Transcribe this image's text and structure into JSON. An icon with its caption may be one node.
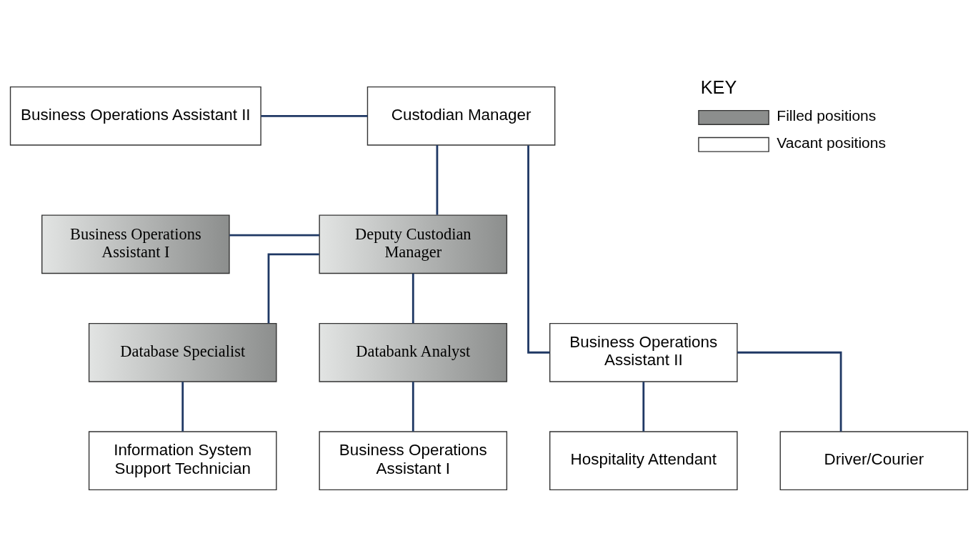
{
  "diagram": {
    "nodes": [
      {
        "text": [
          "Business Operations Assistant II"
        ]
      },
      {
        "text": [
          "Custodian Manager"
        ]
      },
      {
        "text": [
          "Business Operations Assistant I"
        ]
      },
      {
        "text": [
          "Deputy Custodian Manager"
        ]
      },
      {
        "text": [
          "Business Operations Assistant II"
        ]
      },
      {
        "text": [
          "Database Specialist"
        ]
      },
      {
        "text": [
          "Databank Analyst"
        ]
      },
      {
        "text": [
          "Hospitality Attendant"
        ]
      },
      {
        "text": [
          "Driver/Courier"
        ]
      },
      {
        "text": [
          "Information System Support Technician"
        ]
      },
      {
        "text": [
          "Business Operations Assistant I"
        ]
      }
    ],
    "edges": [
      {
        "from": 0,
        "to": 1,
        "arrow": "none"
      },
      {
        "from": 1,
        "to": 3,
        "arrow": "none"
      },
      {
        "from": 1,
        "to": 4,
        "arrow": "none"
      },
      {
        "from": 2,
        "to": 3,
        "arrow": "none"
      },
      {
        "from": 3,
        "to": 5,
        "arrow": "none"
      },
      {
        "from": 3,
        "to": 6,
        "arrow": "none"
      },
      {
        "from": 4,
        "to": 7,
        "arrow": "none"
      },
      {
        "from": 4,
        "to": 8,
        "arrow": "none"
      },
      {
        "from": 5,
        "to": 9,
        "arrow": "none"
      },
      {
        "from": 6,
        "to": 10,
        "arrow": "none"
      }
    ],
    "labels": [
      "KEY"
    ],
    "legend": [
      {
        "text": "Filled positions",
        "color": "#8c8e8d"
      },
      {
        "text": "Vacant positions",
        "color": "#ffffff"
      }
    ]
  }
}
